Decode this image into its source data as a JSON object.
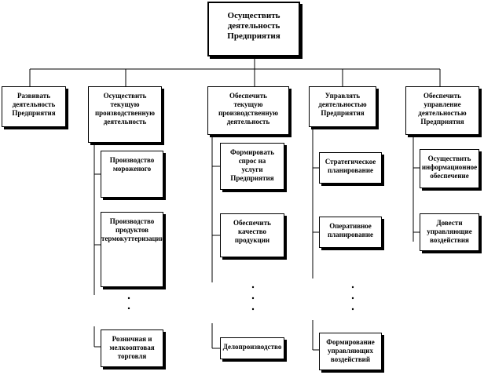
{
  "root": {
    "label": "Осуществить\nдеятельность\nПредприятия"
  },
  "branches": [
    {
      "label": "Развивать\nдеятельность\nПредприятия",
      "children": []
    },
    {
      "label": "Осуществить\nтекущую\nпроизводственную\nдеятельность",
      "children": [
        "Производство\nмороженого",
        "Производство\nпродуктов\nтермокуттеризации",
        "Розничная и\nмелкооптовая\nторговля"
      ]
    },
    {
      "label": "Обеспечить\nтекущую\nпроизводственную\nдеятельность",
      "children": [
        "Формировать\nспрос на\nуслуги\nПредприятия",
        "Обеспечить\nкачество\nпродукции",
        "Делопроизводство"
      ]
    },
    {
      "label": "Управлять\nдеятельностью\nПредприятия",
      "children": [
        "Стратегическое\nпланирование",
        "Оперативное\nпланирование",
        "Формирование\nуправляющих\nвоздействий"
      ]
    },
    {
      "label": "Обеспечить\nуправление\nдеятельностью\nПредприятия",
      "children": [
        "Осуществить\nинформационное\nобеспечение",
        "Довести\nуправляющие\nвоздействия"
      ]
    }
  ]
}
